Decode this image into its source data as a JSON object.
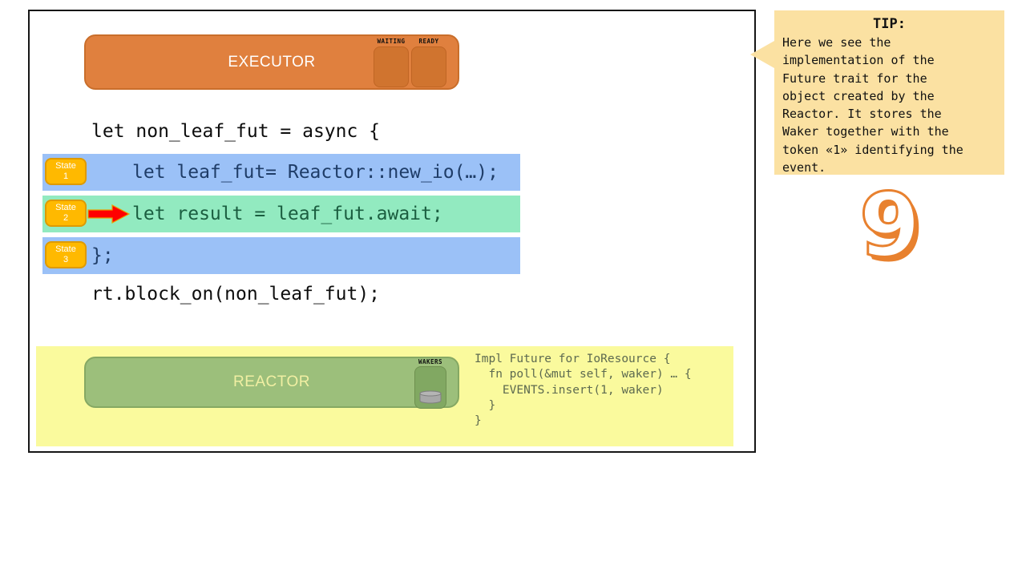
{
  "executor": {
    "label": "EXECUTOR",
    "waiting_label": "WAITING",
    "ready_label": "READY"
  },
  "code": {
    "open_line": "let non_leaf_fut = async {",
    "block_on_line": "rt.block_on(non_leaf_fut);"
  },
  "states": [
    {
      "badge_word": "State",
      "badge_num": "1",
      "code": "let leaf_fut= Reactor::new_io(…);",
      "highlight": "blue",
      "active": false
    },
    {
      "badge_word": "State",
      "badge_num": "2",
      "code": "let result = leaf_fut.await;",
      "highlight": "green",
      "active": true
    },
    {
      "badge_word": "State",
      "badge_num": "3",
      "code": "};",
      "highlight": "blue",
      "active": false
    }
  ],
  "reactor": {
    "label": "REACTOR",
    "wakers_label": "WAKERS",
    "code": "Impl Future for IoResource {\n  fn poll(&mut self, waker) … {\n    EVENTS.insert(1, waker)\n  }\n}"
  },
  "tip": {
    "title": "TIP:",
    "body": "Here we see the\nimplementation of the\nFuture trait for the\nobject created by the\nReactor. It stores the\nWaker together with the\ntoken «1» identifying the\nevent."
  },
  "page_number": "9",
  "colors": {
    "executor_fill": "#E0803E",
    "executor_border": "#C96E2B",
    "queue_slot_fill": "#D0742F",
    "row_blue": "#9BC1F7",
    "row_green": "#92EAC0",
    "row_blue_text": "#1F3D68",
    "row_green_text": "#1B5E40",
    "badge_fill": "#FFB900",
    "badge_border": "#DE9A00",
    "arrow_red": "#FF0000",
    "reactor_strip_fill": "#FAFA9D",
    "reactor_fill": "#9CBF7B",
    "reactor_border": "#85A863",
    "wakers_slot_fill": "#81A862",
    "reactor_label_text": "#F1EFA3",
    "reactor_code_text": "#5D6A50",
    "tip_fill": "#FBE1A2",
    "page_number_orange": "#E8812F"
  }
}
